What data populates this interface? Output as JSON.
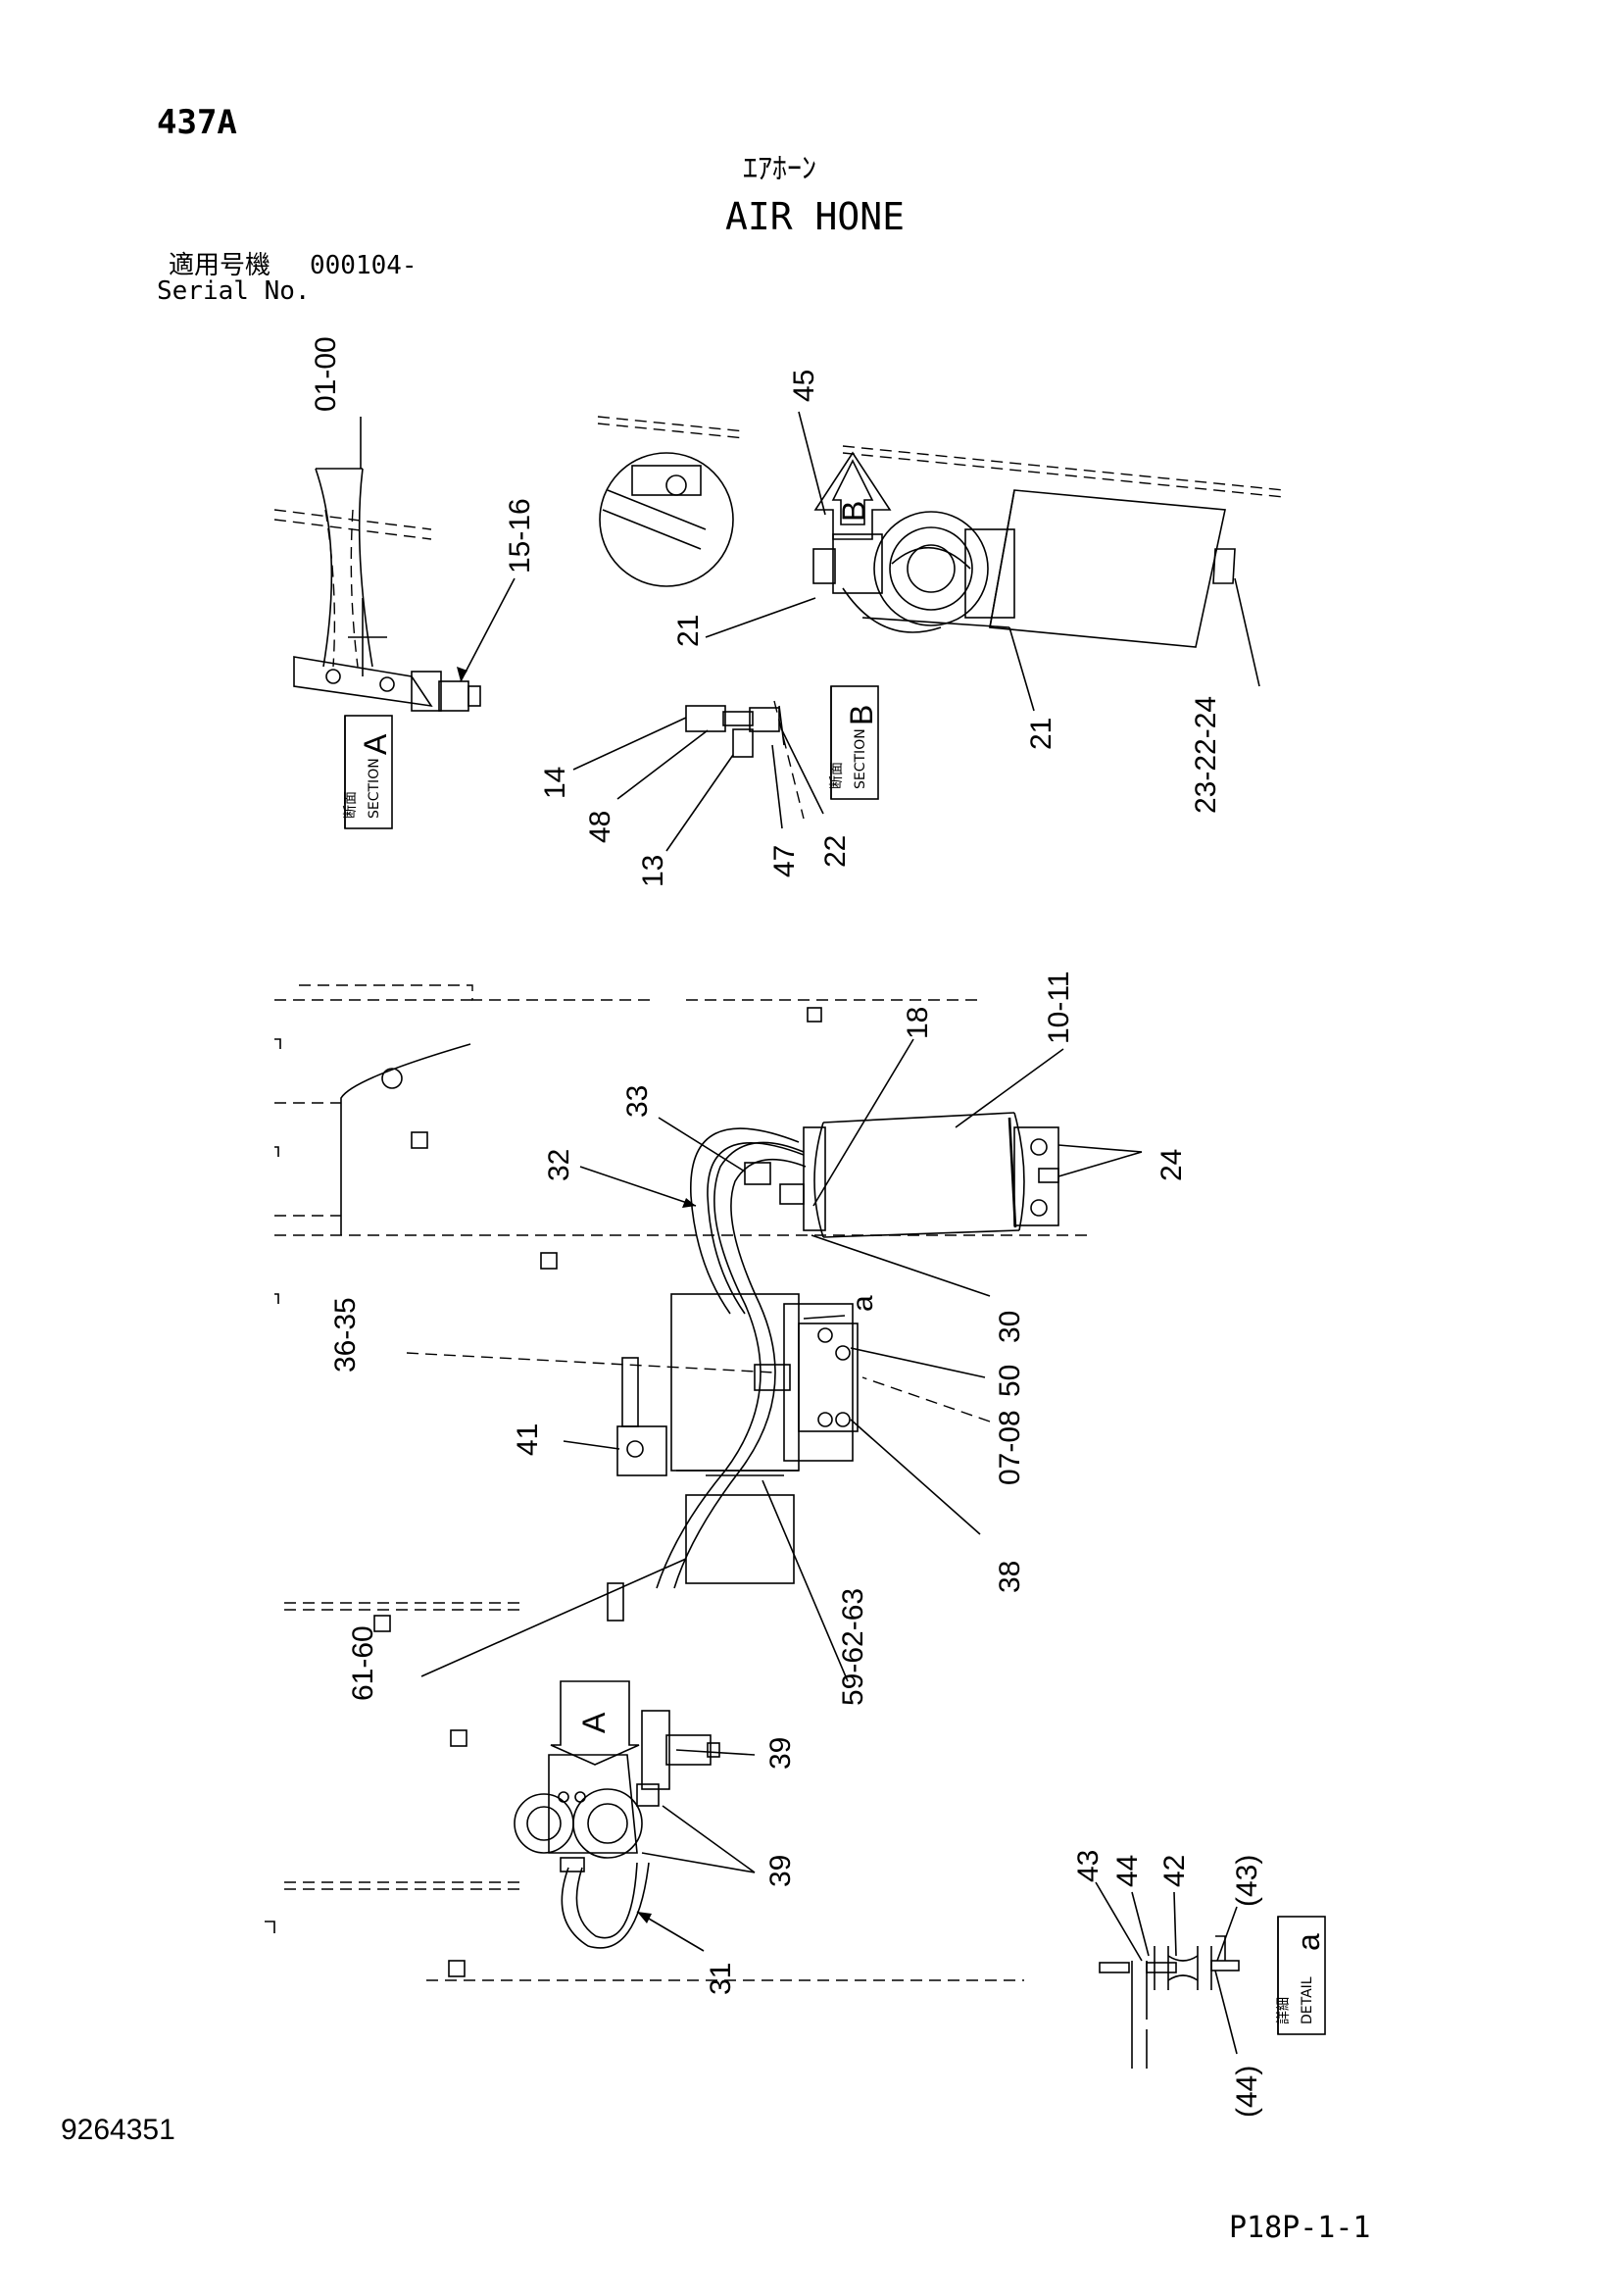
{
  "header": {
    "page_code": "437A",
    "title_jp": "ｴｱﾎｰﾝ",
    "title_en": "AIR HONE",
    "serial_label_jp": "適用号機",
    "serial_value": "000104-",
    "serial_label_en": "Serial No."
  },
  "footer": {
    "doc_number": "9264351",
    "page_ref": "P18P-1-1"
  },
  "callouts": {
    "c0100": "01-00",
    "c1516": "15-16",
    "c45": "45",
    "c21a": "21",
    "c21b": "21",
    "c232224": "23-22-24",
    "c14": "14",
    "c48": "48",
    "c13": "13",
    "c47": "47",
    "c22": "22",
    "c18": "18",
    "c1011": "10-11",
    "c33": "33",
    "c32": "32",
    "c24": "24",
    "c30": "30",
    "ca": "a",
    "c3635": "36-35",
    "c50": "50",
    "c0708": "07-08",
    "c41": "41",
    "c38": "38",
    "c6160": "61-60",
    "c596263": "59-62-63",
    "c39a": "39",
    "c39b": "39",
    "c31": "31",
    "c43": "43",
    "c44": "44",
    "c42": "42",
    "c43p": "(43)",
    "c44p": "(44)"
  },
  "views": {
    "arrow_b": "B",
    "arrow_a": "A",
    "section_a": {
      "jp": "断面",
      "en": "SECTION",
      "letter": "A"
    },
    "section_b": {
      "jp": "断面",
      "en": "SECTION",
      "letter": "B"
    },
    "detail_a": {
      "jp": "詳細",
      "en": "DETAIL",
      "letter": "a"
    }
  }
}
